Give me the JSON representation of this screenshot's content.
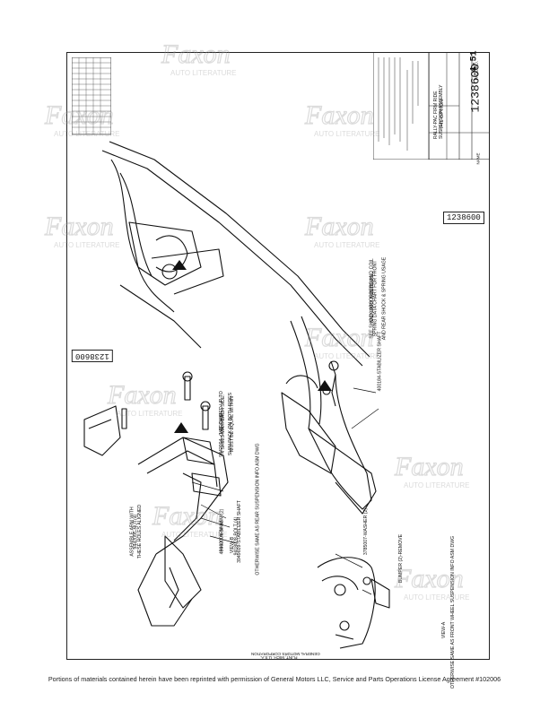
{
  "title_block": {
    "drawing_number": "1238600",
    "page": "4-51",
    "title_lines": [
      "F41 OPTION",
      "RALLY-PAC FIRM RIDE",
      "SUSPENSION ASSEMBLY"
    ],
    "labels": [
      "NAME",
      "PAGE NO."
    ]
  },
  "side_number_right": "1238600",
  "side_number_left": "1238600",
  "callouts": {
    "bracket_note": [
      "9442295 - NUT (4)",
      "REMOVE"
    ],
    "assembly_note": [
      "ASSEMBLE ARM WITH",
      "THESE HOLES ALIGNED",
      "9442095-NUT(4)"
    ],
    "washer_note": [
      "9442004 - 1 REQUIRED UP TO",
      "4 SHIMS MAX. EACH SIDE.",
      "SHIM PACK ON BOTH SIDES",
      "MUST BE EQUAL WITHIN",
      "ONE SHIM."
    ],
    "arm_asm": "486600-ARM ASM (2)",
    "shim": "9442004-SHIM",
    "stab_shaft_left": "3949609-STABILIZER SHAFT",
    "bolt": "9418028-BOLT (4)",
    "view_b": "VIEW-B",
    "otherwise_rear": "OTHERWISE SAME AS REAR SUSPENSION INFO ASM DWG",
    "shock_note": [
      "SEE SHOCK ABSORBERS AND COIL",
      "SPRING DATA CHART FOR FRONT",
      "AND REAR SHOCK & SPRING USAGE",
      "AND PART NUMBERS."
    ],
    "stab_shaft_right": "400184-STABILIZER SHAFT",
    "washer": "3785007-WASHER (2)",
    "bumper": "BUMPER (2)-REMOVE",
    "view_a": "VIEW-A",
    "otherwise_front": "OTHERWISE SAME AS FRONT WHEEL SUSPENSION INFO ASM DWG",
    "gm_small": [
      "GENERAL MOTORS CORPORATION",
      "FLINT, MICH. U.S.A."
    ]
  },
  "watermark": {
    "brand": "Faxon",
    "tagline": "AUTO LITERATURE"
  },
  "footer": "Portions of materials contained herein have been reprinted with permission of General Motors LLC, Service and Parts Operations License Agreement #102006"
}
